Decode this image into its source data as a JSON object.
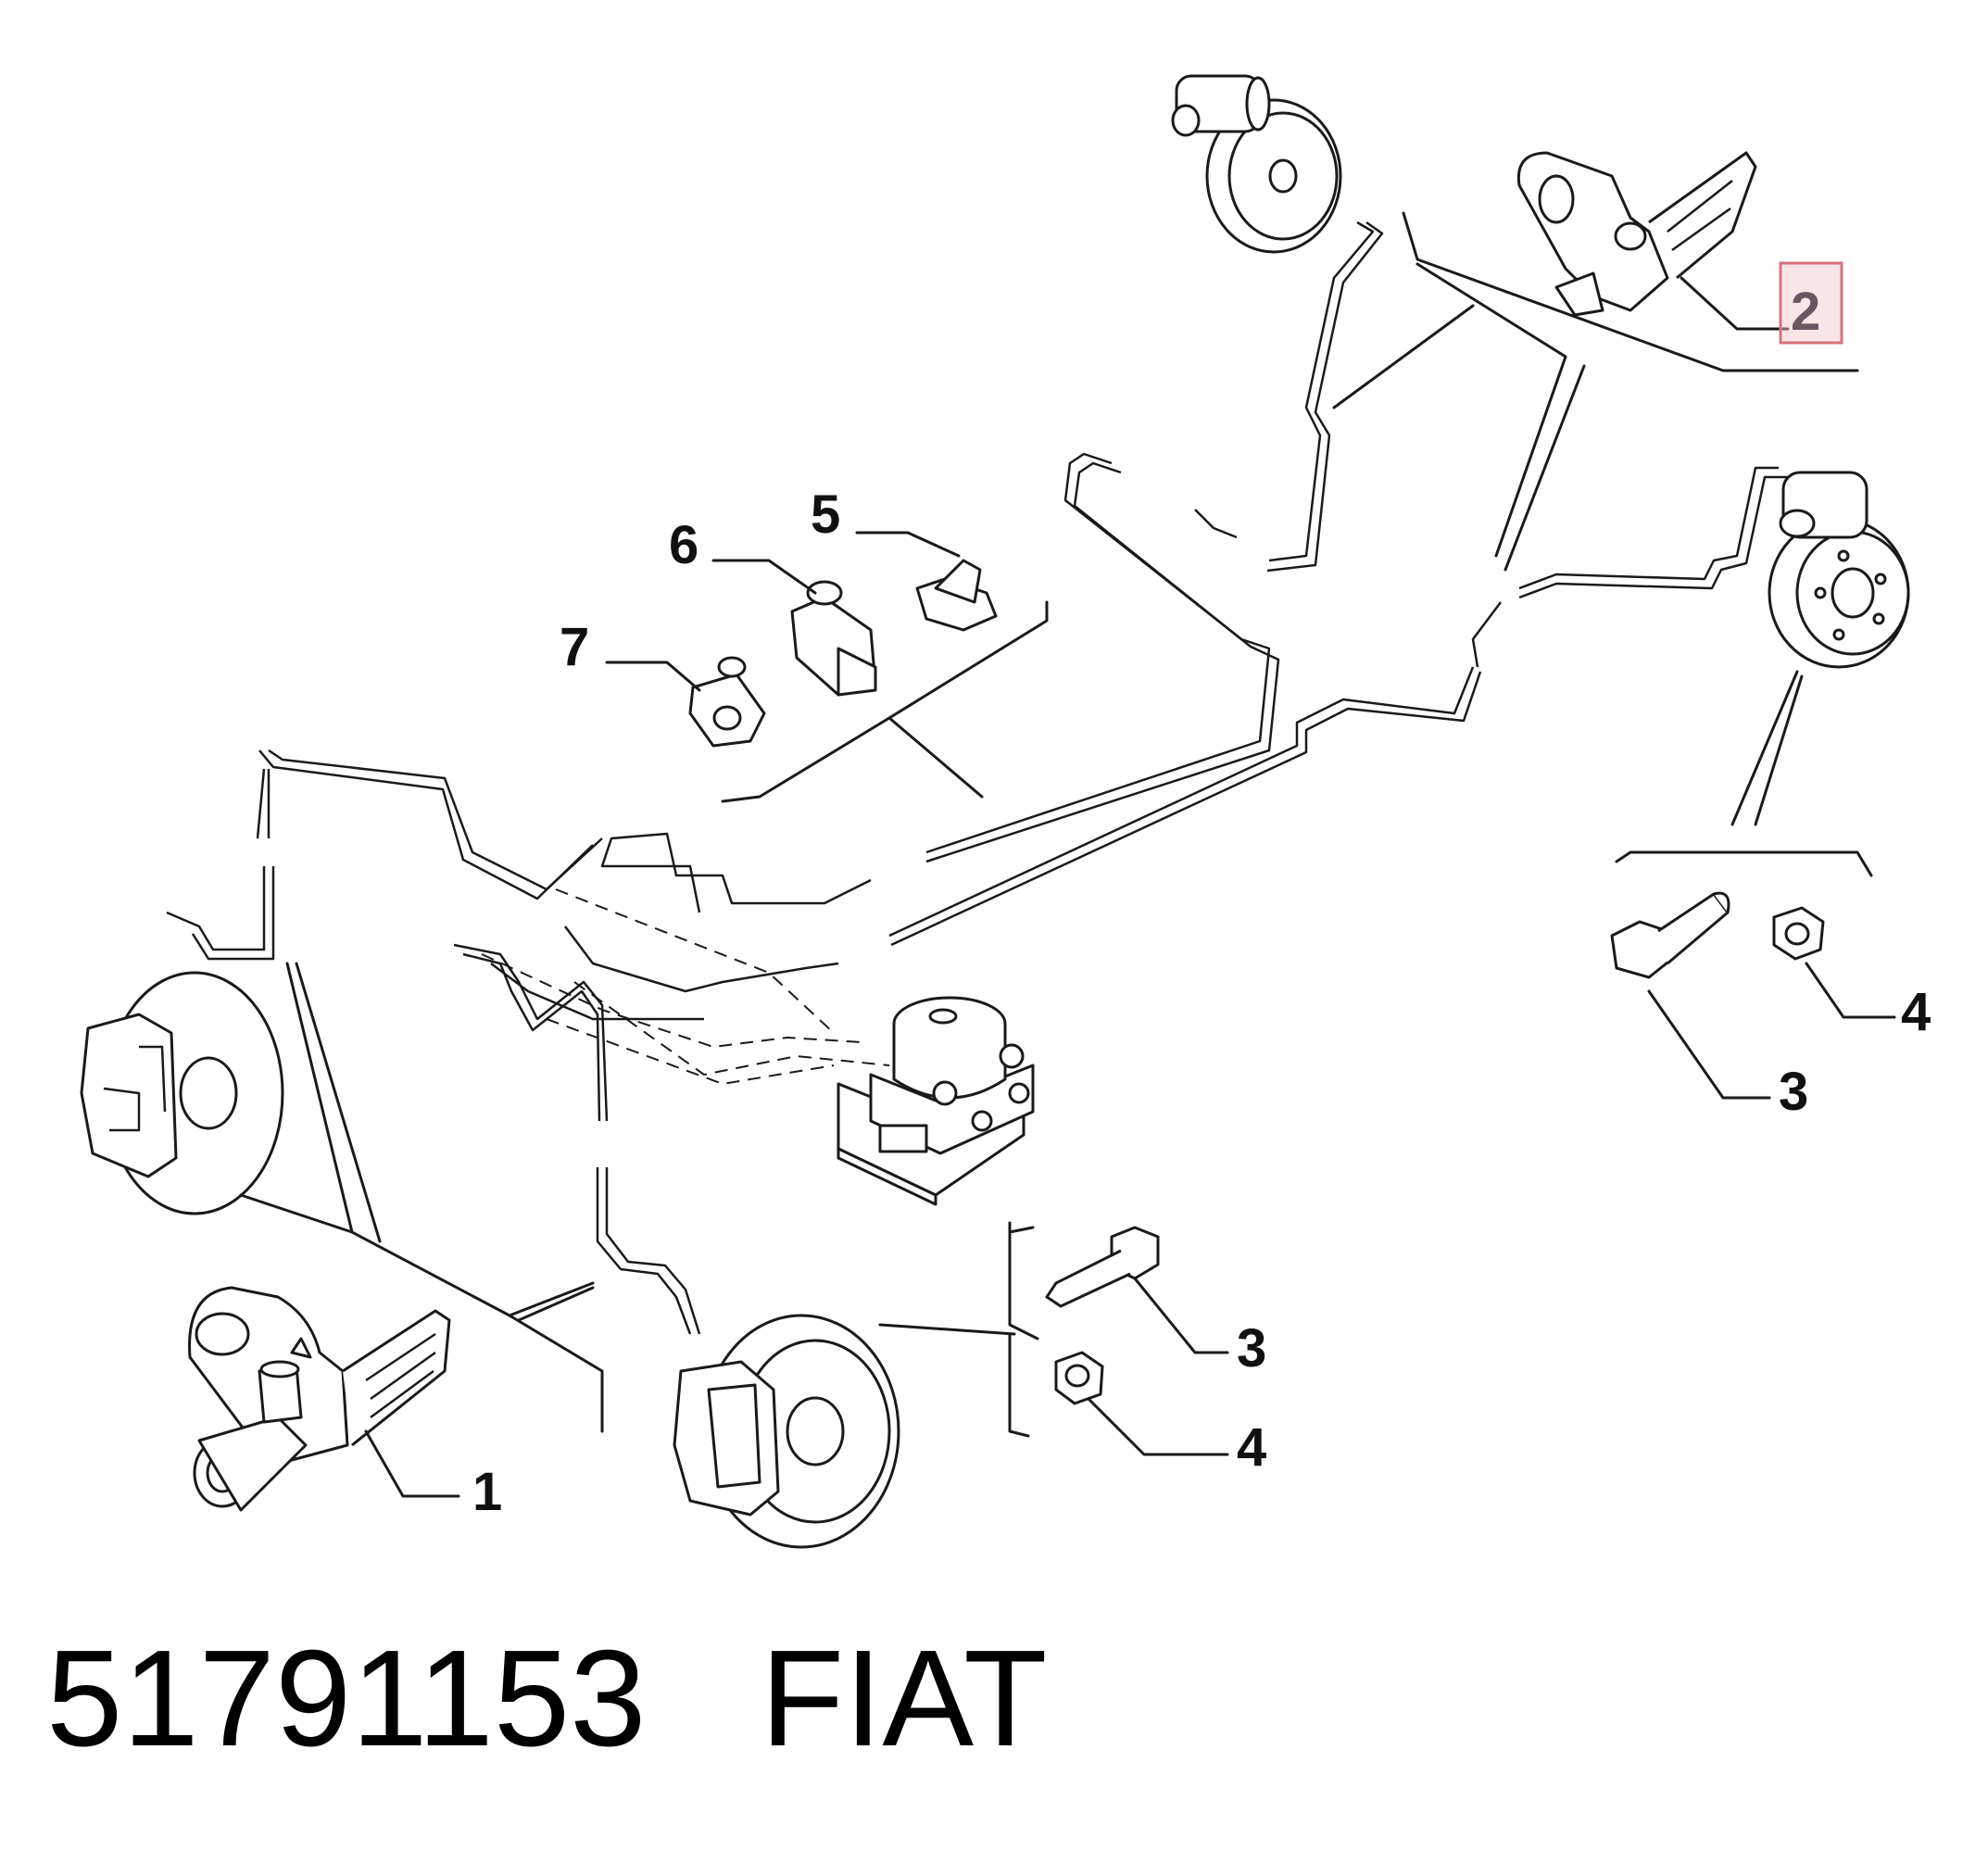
{
  "callouts": {
    "c1": "1",
    "c2": "2",
    "c3a": "3",
    "c3b": "3",
    "c4a": "4",
    "c4b": "4",
    "c5": "5",
    "c6": "6",
    "c7": "7"
  },
  "highlight_color": "#f2c4cb",
  "footer": {
    "part_number": "51791153",
    "brand": "FIAT"
  }
}
